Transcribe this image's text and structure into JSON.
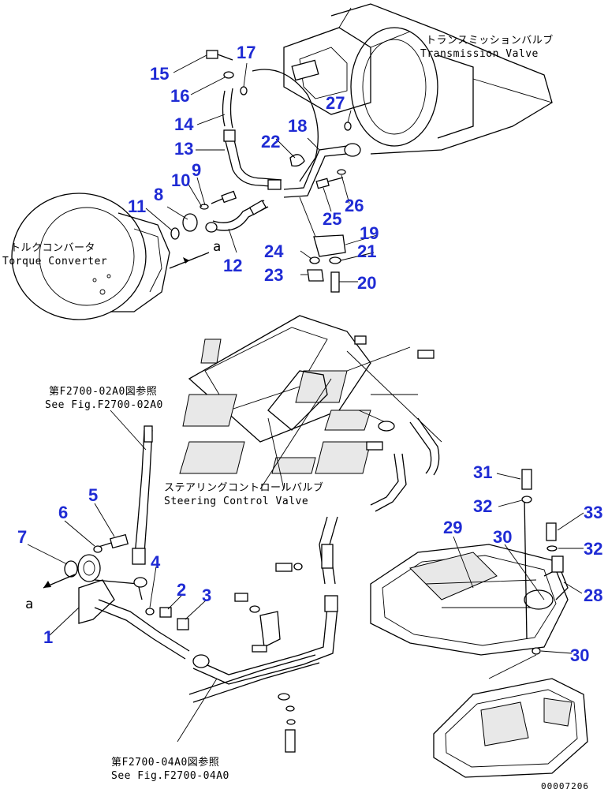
{
  "captions": {
    "transmission_valve_jp": "トランスミッションバルブ",
    "transmission_valve_en": "Transmission Valve",
    "torque_converter_jp": "トルクコンバータ",
    "torque_converter_en": "Torque Converter",
    "see_fig_02_jp": "第F2700-02A0図参照",
    "see_fig_02_en": "See Fig.F2700-02A0",
    "steering_valve_jp": "ステアリングコントロールバルブ",
    "steering_valve_en": "Steering Control Valve",
    "see_fig_04_jp": "第F2700-04A0図参照",
    "see_fig_04_en": "See Fig.F2700-04A0",
    "ref_a_upper": "a",
    "ref_a_lower": "a"
  },
  "callouts": [
    {
      "id": "1",
      "label": "1"
    },
    {
      "id": "2",
      "label": "2"
    },
    {
      "id": "3",
      "label": "3"
    },
    {
      "id": "4",
      "label": "4"
    },
    {
      "id": "5",
      "label": "5"
    },
    {
      "id": "6",
      "label": "6"
    },
    {
      "id": "7",
      "label": "7"
    },
    {
      "id": "8",
      "label": "8"
    },
    {
      "id": "9",
      "label": "9"
    },
    {
      "id": "10",
      "label": "10"
    },
    {
      "id": "11",
      "label": "11"
    },
    {
      "id": "12",
      "label": "12"
    },
    {
      "id": "13",
      "label": "13"
    },
    {
      "id": "14",
      "label": "14"
    },
    {
      "id": "15",
      "label": "15"
    },
    {
      "id": "16",
      "label": "16"
    },
    {
      "id": "17",
      "label": "17"
    },
    {
      "id": "18",
      "label": "18"
    },
    {
      "id": "19",
      "label": "19"
    },
    {
      "id": "20",
      "label": "20"
    },
    {
      "id": "21",
      "label": "21"
    },
    {
      "id": "22",
      "label": "22"
    },
    {
      "id": "23",
      "label": "23"
    },
    {
      "id": "24",
      "label": "24"
    },
    {
      "id": "25",
      "label": "25"
    },
    {
      "id": "26",
      "label": "26"
    },
    {
      "id": "27",
      "label": "27"
    },
    {
      "id": "28",
      "label": "28"
    },
    {
      "id": "29",
      "label": "29"
    },
    {
      "id": "30a",
      "label": "30"
    },
    {
      "id": "30b",
      "label": "30"
    },
    {
      "id": "31",
      "label": "31"
    },
    {
      "id": "32a",
      "label": "32"
    },
    {
      "id": "32b",
      "label": "32"
    },
    {
      "id": "33",
      "label": "33"
    }
  ],
  "drawing_code": "00007206",
  "colors": {
    "callout": "#1f2bd4",
    "ink": "#000000"
  }
}
